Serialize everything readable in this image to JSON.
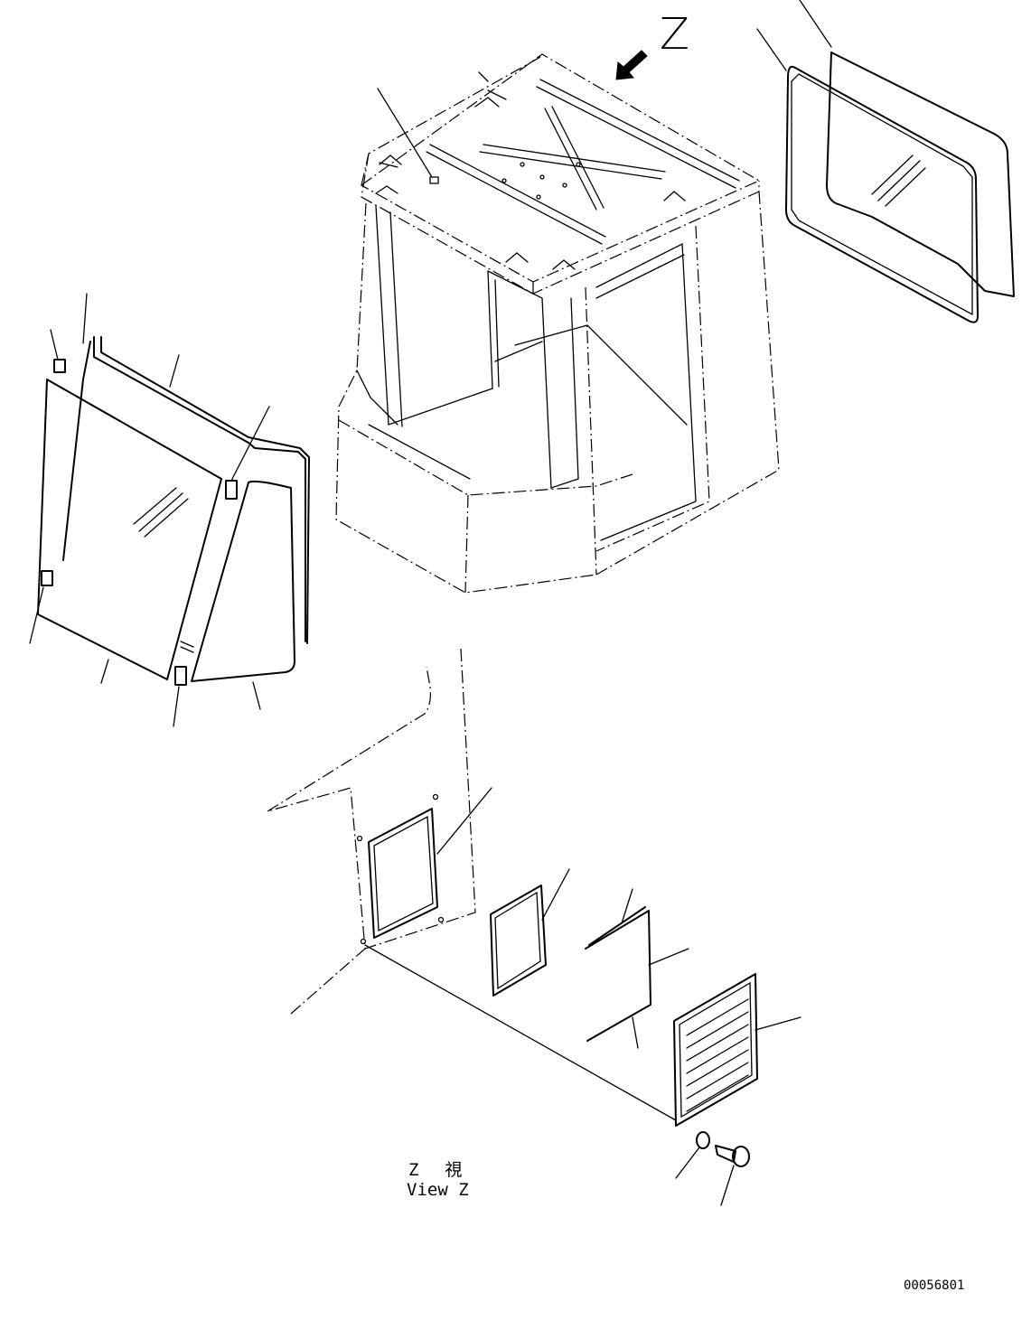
{
  "labels": {
    "view_arrow_letter": "Z",
    "view_caption_jp": "Z  視",
    "view_caption_en": "View Z",
    "drawing_number": "00056801"
  },
  "icons": {
    "view_direction_arrow": "arrow-down-left-icon"
  },
  "colors": {
    "line": "#000000",
    "background": "#ffffff"
  }
}
